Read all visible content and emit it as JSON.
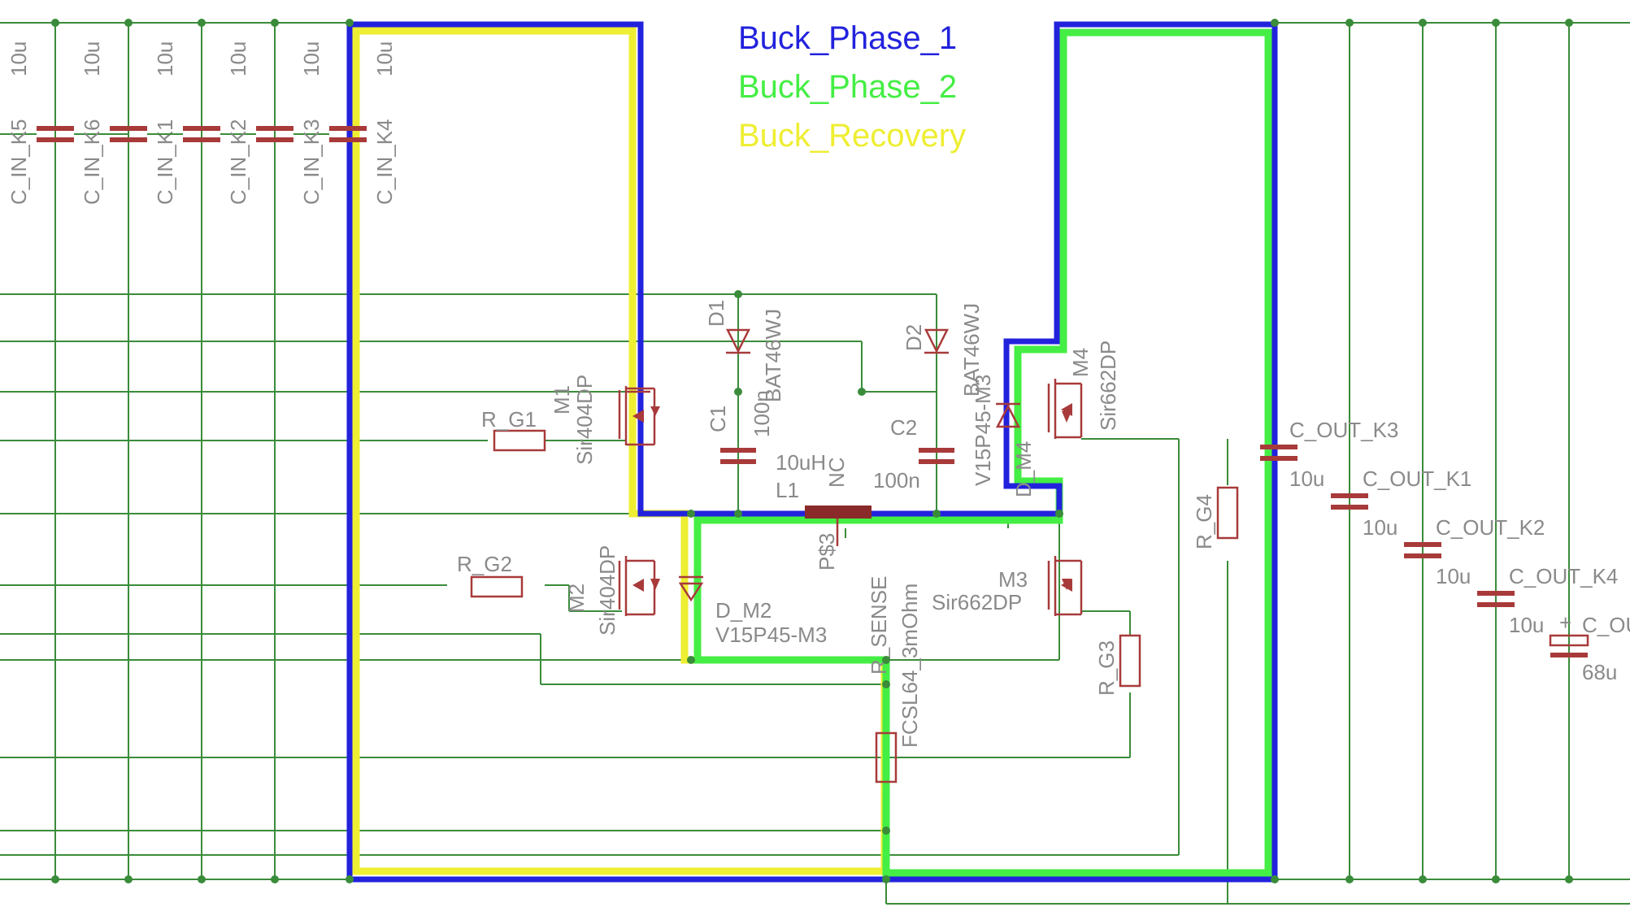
{
  "legend": {
    "phase1": "Buck_Phase_1",
    "phase2": "Buck_Phase_2",
    "recovery": "Buck_Recovery"
  },
  "colors": {
    "phase1": "#2222dd",
    "phase2": "#44ee44",
    "recovery": "#eeee33",
    "wire": "#3a8c3a",
    "component": "#a83a3a",
    "label": "#8a8a8a"
  },
  "input_caps": [
    {
      "name": "C_IN_K5",
      "value": "10u"
    },
    {
      "name": "C_IN_K6",
      "value": "10u"
    },
    {
      "name": "C_IN_K1",
      "value": "10u"
    },
    {
      "name": "C_IN_K2",
      "value": "10u"
    },
    {
      "name": "C_IN_K3",
      "value": "10u"
    },
    {
      "name": "C_IN_K4",
      "value": "10u"
    }
  ],
  "output_caps": [
    {
      "name": "C_OUT_K3",
      "value": "10u"
    },
    {
      "name": "C_OUT_K1",
      "value": "10u"
    },
    {
      "name": "C_OUT_K2",
      "value": "10u"
    },
    {
      "name": "C_OUT_K4",
      "value": "10u"
    },
    {
      "name": "C_OU",
      "value": "68u"
    }
  ],
  "parts": {
    "m1_name": "M1",
    "m1_value": "Sir404DP",
    "m2_name": "M2",
    "m2_value": "Sir404DP",
    "m3_name": "M3",
    "m3_value": "Sir662DP",
    "m4_name": "M4",
    "m4_value": "Sir662DP",
    "rg1": "R_G1",
    "rg2": "R_G2",
    "rg3": "R_G3",
    "rg4": "R_G4",
    "d1_name": "D1",
    "d1_value": "BAT46WJ",
    "d2_name": "D2",
    "d2_value": "BAT46WJ",
    "c1_name": "C1",
    "c1_value": "100n",
    "c2_name": "C2",
    "c2_value": "100n",
    "l1_name": "L1",
    "l1_value": "10uH",
    "nc": "NC",
    "ps3": "P$3",
    "dm2_name": "D_M2",
    "dm2_value": "V15P45-M3",
    "dm4_name": "D_M4",
    "dm4_value": "V15P45-M3",
    "sense_name": "R_SENSE",
    "sense_value": "FCSL64_3mOhm"
  }
}
